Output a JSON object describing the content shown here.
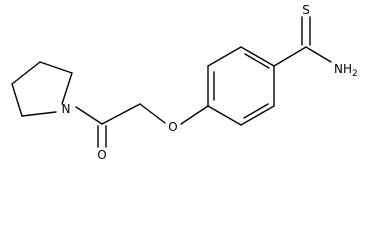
{
  "molecule": {
    "atoms": {
      "sulfur": "S",
      "amine": "NH",
      "amine_sub": "2",
      "ether_oxygen": "O",
      "carbonyl_oxygen": "O",
      "ring_nitrogen": "N"
    }
  }
}
